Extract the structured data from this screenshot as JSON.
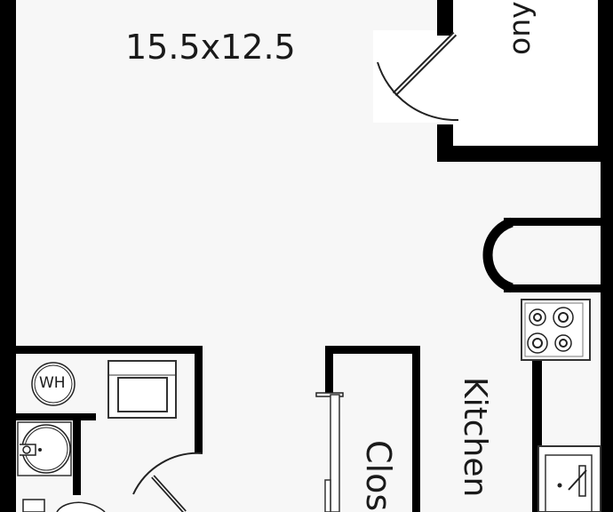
{
  "floorplan": {
    "room_dimension": "15.5x12.5",
    "labels": {
      "balcony": "ony",
      "kitchen": "Kitchen",
      "closet": "Clos",
      "water_heater": "WH"
    },
    "colors": {
      "floor": "#f7f7f7",
      "wall": "#000000",
      "fixture_stroke": "#333333",
      "fixture_fill": "#ffffff",
      "door_arc": "#222222"
    }
  }
}
